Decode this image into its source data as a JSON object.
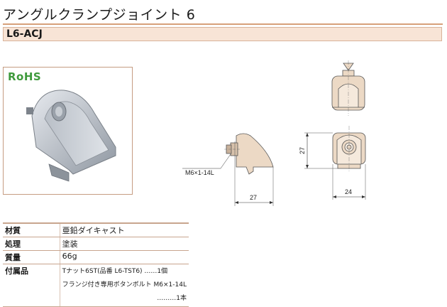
{
  "title": "アングルクランプジョイント 6",
  "model": "L6-ACJ",
  "rohs": "RoHS",
  "drawing": {
    "bolt_label": "M6×1-14L",
    "dim_side_width": "27",
    "dim_front_height": "27",
    "dim_front_width": "24"
  },
  "specs": {
    "material": {
      "label": "材質",
      "value": "亜鉛ダイキャスト"
    },
    "finish": {
      "label": "処理",
      "value": "塗装"
    },
    "mass": {
      "label": "質量",
      "value": "66g"
    },
    "accessories": {
      "label": "付属品",
      "line1": "Tナット6ST(品番 L6-TST6) ……1個",
      "line2": "フランジ付き専用ボタンボルト M6×1-14L",
      "line3": "………1本"
    }
  }
}
